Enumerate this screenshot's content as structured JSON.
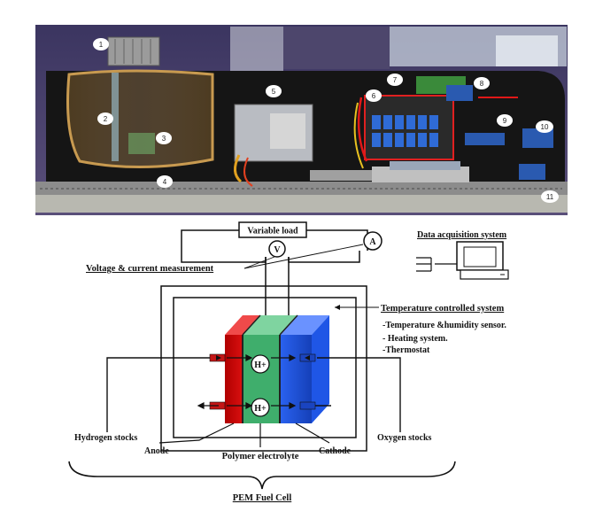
{
  "photo": {
    "callouts": [
      "1",
      "2",
      "3",
      "4",
      "5",
      "6",
      "7",
      "8",
      "9",
      "10",
      "11"
    ]
  },
  "diagram": {
    "variable_load": "Variable load",
    "voltmeter": "V",
    "ammeter": "A",
    "measurement": "Voltage & current measurement",
    "daq": "Data acquisition system",
    "temp_system": "Temperature controlled system",
    "temp_items": [
      "-Temperature &humidity sensor.",
      "- Heating system.",
      "-Thermostat"
    ],
    "proton": "H+",
    "hydrogen": "Hydrogen stocks",
    "oxygen": "Oxygen stocks",
    "anode": "Anode",
    "electrolyte": "Polymer electrolyte",
    "cathode": "Cathode",
    "caption": "PEM Fuel Cell"
  },
  "colors": {
    "anode": "#ee1c1c",
    "electrolyte": "#3fae6c",
    "cathode": "#1f56e6",
    "panel": "#151515",
    "wall": "#4e4a6e"
  }
}
